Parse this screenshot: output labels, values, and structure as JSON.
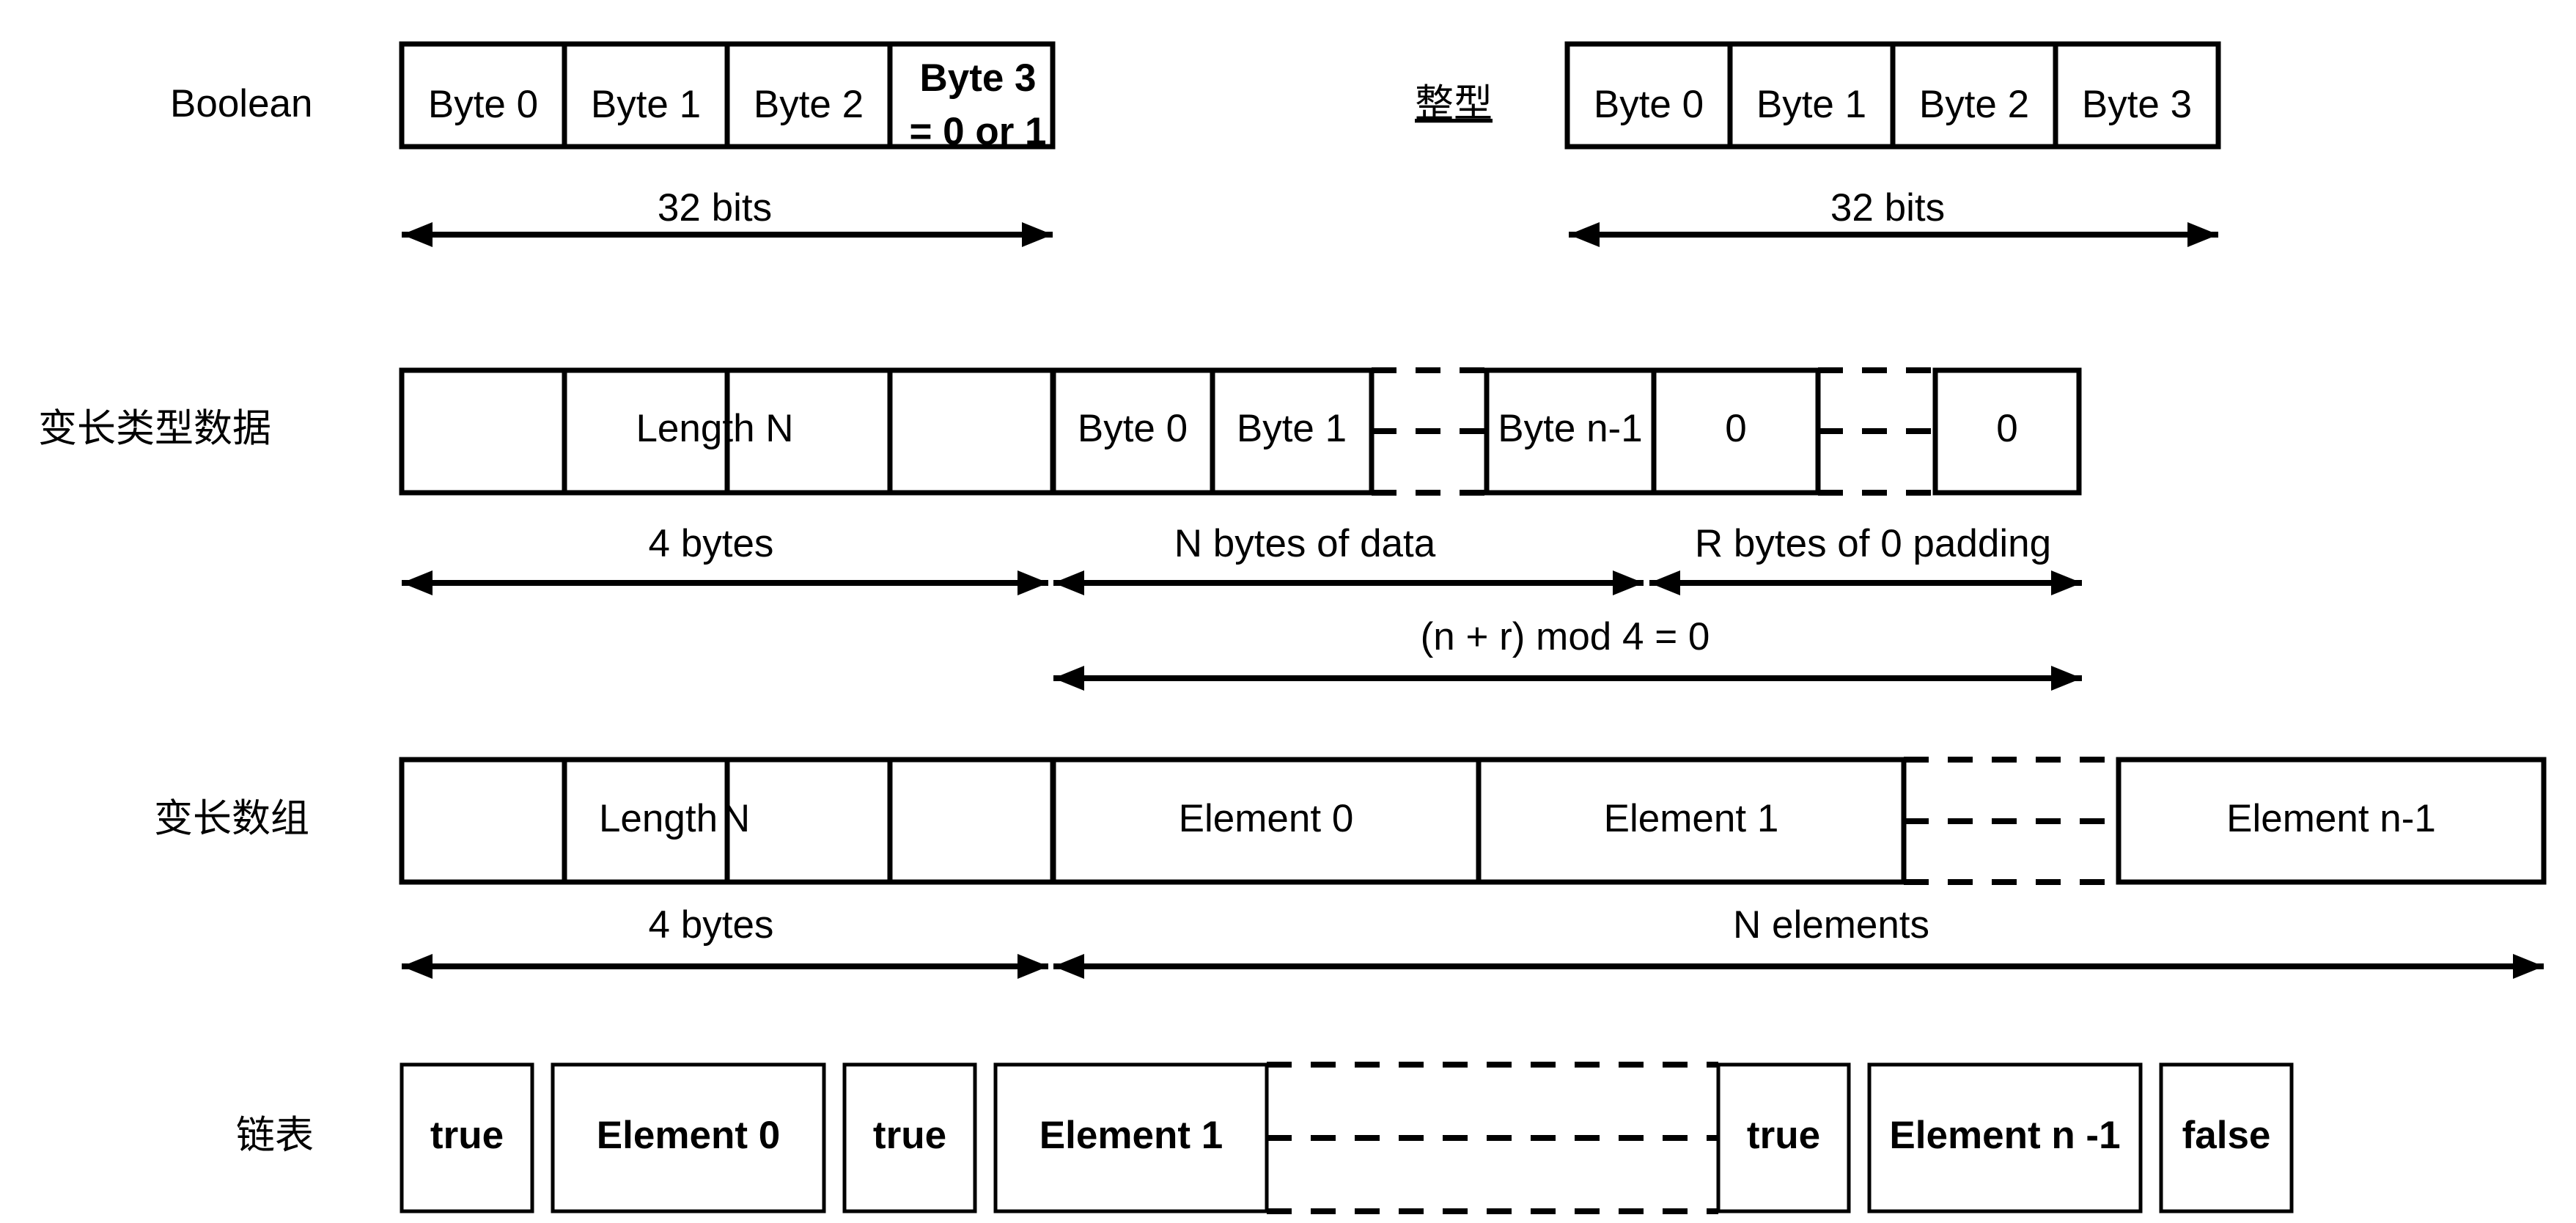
{
  "diagram": {
    "title": "XDR data type encoding layout",
    "background": "#ffffff",
    "line_color": "#000000",
    "rows": [
      {
        "id": "boolean",
        "label": "Boolean",
        "label_underline": false,
        "cells": [
          "Byte 0",
          "Byte 1",
          "Byte 2",
          "Byte 3 = 0 or 1"
        ],
        "cells_plain": [
          "Byte 0",
          "Byte 1",
          "Byte 2"
        ],
        "byte3_line1": "Byte 3",
        "byte3_line2": "= 0 or 1",
        "measure": "32 bits"
      },
      {
        "id": "integer",
        "label": "整型",
        "label_underline": true,
        "cells": [
          "Byte 0",
          "Byte 1",
          "Byte 2",
          "Byte 3"
        ],
        "measure": "32 bits"
      },
      {
        "id": "variable-length-data",
        "label": "变长类型数据",
        "length_field": "Length N",
        "data_cells": [
          "Byte 0",
          "Byte 1",
          "Byte n-1"
        ],
        "padding_cells": [
          "0",
          "0"
        ],
        "measures": [
          "4 bytes",
          "N bytes of data",
          "R bytes of 0 padding"
        ],
        "formula": "(n + r) mod 4 = 0"
      },
      {
        "id": "variable-length-array",
        "label": "变长数组",
        "length_field_part1": "Length",
        "length_field_part2": "N",
        "elements": [
          "Element 0",
          "Element 1",
          "Element n-1"
        ],
        "measures": [
          "4 bytes",
          "N elements"
        ]
      },
      {
        "id": "linked-list",
        "label": "链表",
        "nodes": [
          "true",
          "Element 0",
          "true",
          "Element 1",
          "true",
          "Element n -1",
          "false"
        ]
      }
    ]
  }
}
